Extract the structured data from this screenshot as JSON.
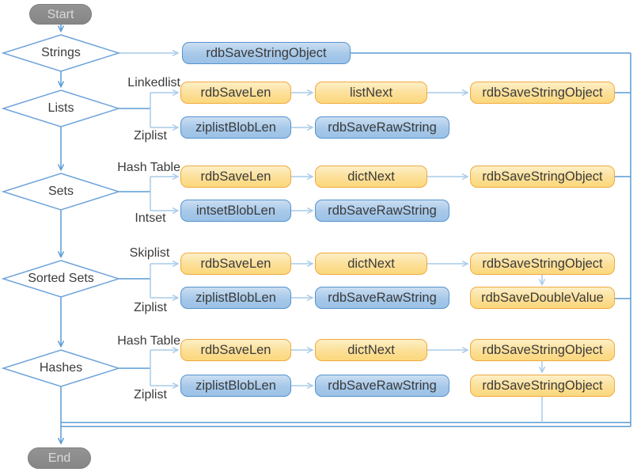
{
  "colors": {
    "line_main": "#5B9BD5",
    "line_light": "#A9CBE9",
    "blue_box_border": "#5592CE",
    "blue_box_fill": "#9CC2E6",
    "orange_box_border": "#F0A93F",
    "orange_box_fill": "#FBD87C",
    "terminal_fill": "#8B8B8B",
    "terminal_text": "#DADADA",
    "text": "#3B3B3B"
  },
  "flow": {
    "start": "Start",
    "end": "End",
    "decisions": {
      "strings": "Strings",
      "lists": "Lists",
      "sets": "Sets",
      "sorted_sets": "Sorted Sets",
      "hashes": "Hashes"
    },
    "strings_branch": {
      "save": "rdbSaveStringObject"
    },
    "lists_branch": {
      "top_label": "Linkedlist",
      "bottom_label": "Ziplist",
      "top": {
        "step1": "rdbSaveLen",
        "step2": "listNext",
        "step3": "rdbSaveStringObject"
      },
      "bottom": {
        "step1": "ziplistBlobLen",
        "step2": "rdbSaveRawString"
      }
    },
    "sets_branch": {
      "top_label": "Hash Table",
      "bottom_label": "Intset",
      "top": {
        "step1": "rdbSaveLen",
        "step2": "dictNext",
        "step3": "rdbSaveStringObject"
      },
      "bottom": {
        "step1": "intsetBlobLen",
        "step2": "rdbSaveRawString"
      }
    },
    "sorted_sets_branch": {
      "top_label": "Skiplist",
      "bottom_label": "Ziplist",
      "top": {
        "step1": "rdbSaveLen",
        "step2": "dictNext",
        "step3": "rdbSaveStringObject",
        "step4": "rdbSaveDoubleValue"
      },
      "bottom": {
        "step1": "ziplistBlobLen",
        "step2": "rdbSaveRawString"
      }
    },
    "hashes_branch": {
      "top_label": "Hash Table",
      "bottom_label": "Ziplist",
      "top": {
        "step1": "rdbSaveLen",
        "step2": "dictNext",
        "step3": "rdbSaveStringObject",
        "step4": "rdbSaveStringObject"
      },
      "bottom": {
        "step1": "ziplistBlobLen",
        "step2": "rdbSaveRawString"
      }
    }
  }
}
